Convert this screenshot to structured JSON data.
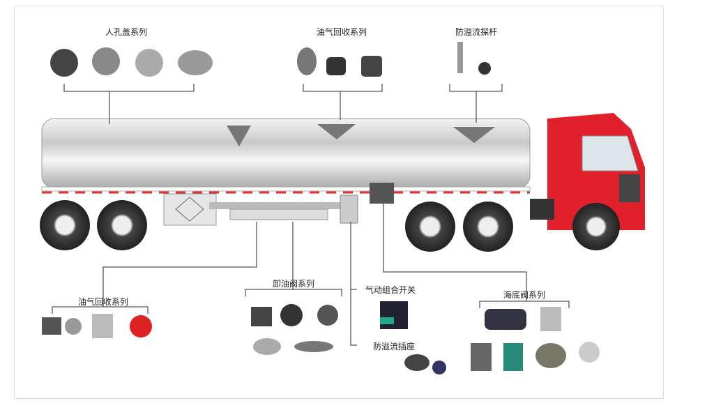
{
  "labels": {
    "manhole_cover": "人孔盖系列",
    "vapor_recovery_top": "油气回收系列",
    "overflow_probe": "防溢流探杆",
    "vapor_recovery_bottom": "油气回收系列",
    "unloading_valve": "卸油阀系列",
    "pneumatic_switch": "气动组合开关",
    "overflow_socket": "防溢流插座",
    "bottom_valve": "海底阀系列"
  },
  "colors": {
    "cab": "#e0202a",
    "tank": "#d8d8d8",
    "line": "#555555"
  }
}
